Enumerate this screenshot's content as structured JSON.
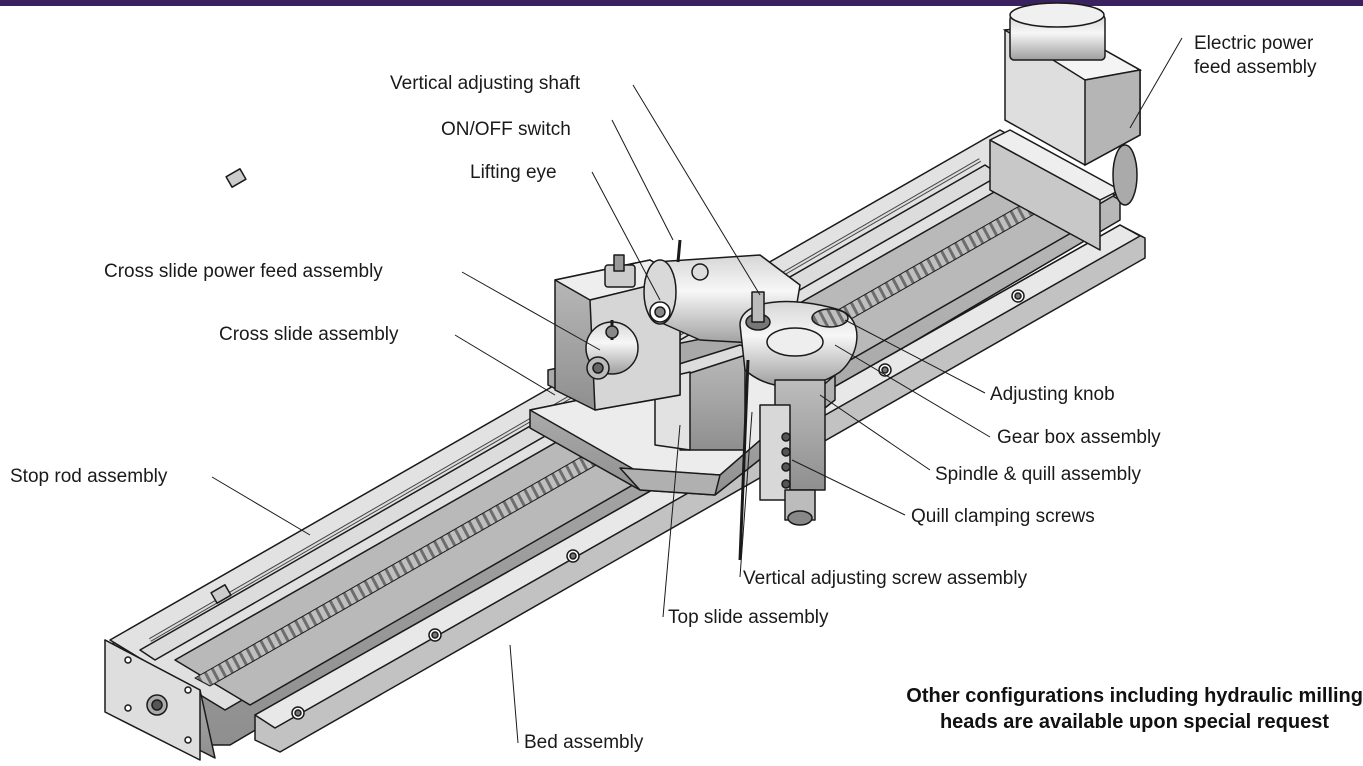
{
  "labels": {
    "electric_power_feed": [
      "Electric power",
      "feed assembly"
    ],
    "vertical_adjusting_shaft": "Vertical adjusting shaft",
    "on_off_switch": "ON/OFF switch",
    "lifting_eye": "Lifting eye",
    "cross_slide_power_feed": "Cross slide power feed assembly",
    "cross_slide": "Cross slide assembly",
    "adjusting_knob": "Adjusting knob",
    "gear_box": "Gear box assembly",
    "spindle_quill": "Spindle & quill assembly",
    "stop_rod": "Stop rod assembly",
    "quill_clamping_screws": "Quill clamping screws",
    "vertical_adjusting_screw": "Vertical adjusting screw assembly",
    "top_slide": "Top slide assembly",
    "bed": "Bed assembly"
  },
  "note": [
    "Other configurations including hydraulic milling",
    "heads are available upon special request"
  ],
  "colors": {
    "header_bar": "#3a2160",
    "metal_light": "#e6e6e6",
    "metal_mid": "#c8c8c8",
    "metal_dark": "#9a9a9a",
    "outline": "#1a1a1a"
  }
}
